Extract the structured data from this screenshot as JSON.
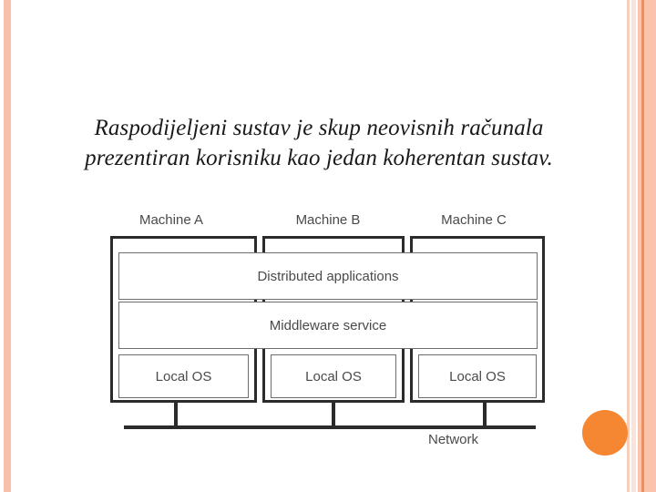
{
  "slide": {
    "title_line1": "Raspodijeljeni sustav je skup neovisnih računala",
    "title_line2": "prezentiran korisniku kao jedan koherentan sustav."
  },
  "diagram": {
    "machine_labels": [
      "Machine A",
      "Machine B",
      "Machine C"
    ],
    "layers": [
      {
        "label": "Distributed applications"
      },
      {
        "label": "Middleware service"
      }
    ],
    "local_os_labels": [
      "Local OS",
      "Local OS",
      "Local OS"
    ],
    "network_label": "Network"
  },
  "colors": {
    "accent_circle": "#F58733",
    "stripe_salmon": "#F6C0AC",
    "stripe_dark": "#E88F63",
    "diagram_stroke": "#2b2b2b",
    "diagram_text": "#4a4a4a"
  }
}
